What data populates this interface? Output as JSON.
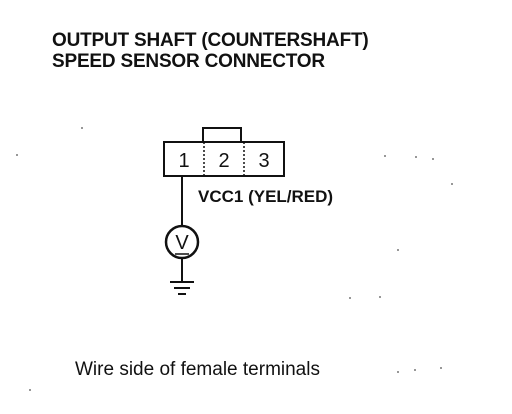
{
  "title": {
    "line1": "OUTPUT SHAFT (COUNTERSHAFT)",
    "line2": "SPEED SENSOR CONNECTOR"
  },
  "connector": {
    "pins": [
      "1",
      "2",
      "3"
    ]
  },
  "wire_label": "VCC1 (YEL/RED)",
  "meter_symbol": "V",
  "footer": "Wire side of female terminals"
}
